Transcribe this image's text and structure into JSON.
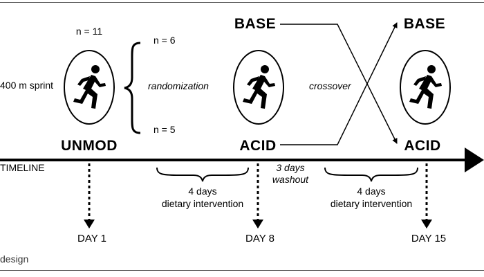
{
  "groups": {
    "n_total": "n = 11",
    "n_upper": "n = 6",
    "n_lower": "n = 5"
  },
  "labels": {
    "sprint": "400 m sprint",
    "randomization": "randomization",
    "crossover": "crossover",
    "unmod": "UNMOD",
    "base_left": "BASE",
    "acid_left": "ACID",
    "base_right": "BASE",
    "acid_right": "ACID",
    "timeline": "TIMELINE",
    "washout_line1": "3 days",
    "washout_line2": "washout",
    "diet1_line1": "4 days",
    "diet1_line2": "dietary intervention",
    "diet2_line1": "4 days",
    "diet2_line2": "dietary intervention",
    "day1": "DAY 1",
    "day8": "DAY 8",
    "day15": "DAY 15"
  },
  "caption": "design",
  "icons": [
    "runner-icon",
    "runner-icon",
    "runner-icon"
  ]
}
